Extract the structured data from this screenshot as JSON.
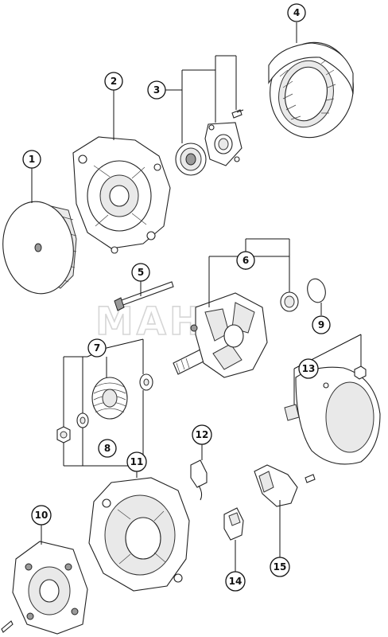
{
  "diagram": {
    "watermark": "MAHLE",
    "callouts": [
      {
        "id": "c1",
        "label": "1"
      },
      {
        "id": "c2",
        "label": "2"
      },
      {
        "id": "c3",
        "label": "3"
      },
      {
        "id": "c4",
        "label": "4"
      },
      {
        "id": "c5",
        "label": "5"
      },
      {
        "id": "c6",
        "label": "6"
      },
      {
        "id": "c7",
        "label": "7"
      },
      {
        "id": "c8",
        "label": "8"
      },
      {
        "id": "c9",
        "label": "9"
      },
      {
        "id": "c10",
        "label": "10"
      },
      {
        "id": "c11",
        "label": "11"
      },
      {
        "id": "c12",
        "label": "12"
      },
      {
        "id": "c13",
        "label": "13"
      },
      {
        "id": "c14",
        "label": "14"
      },
      {
        "id": "c15",
        "label": "15"
      }
    ]
  }
}
